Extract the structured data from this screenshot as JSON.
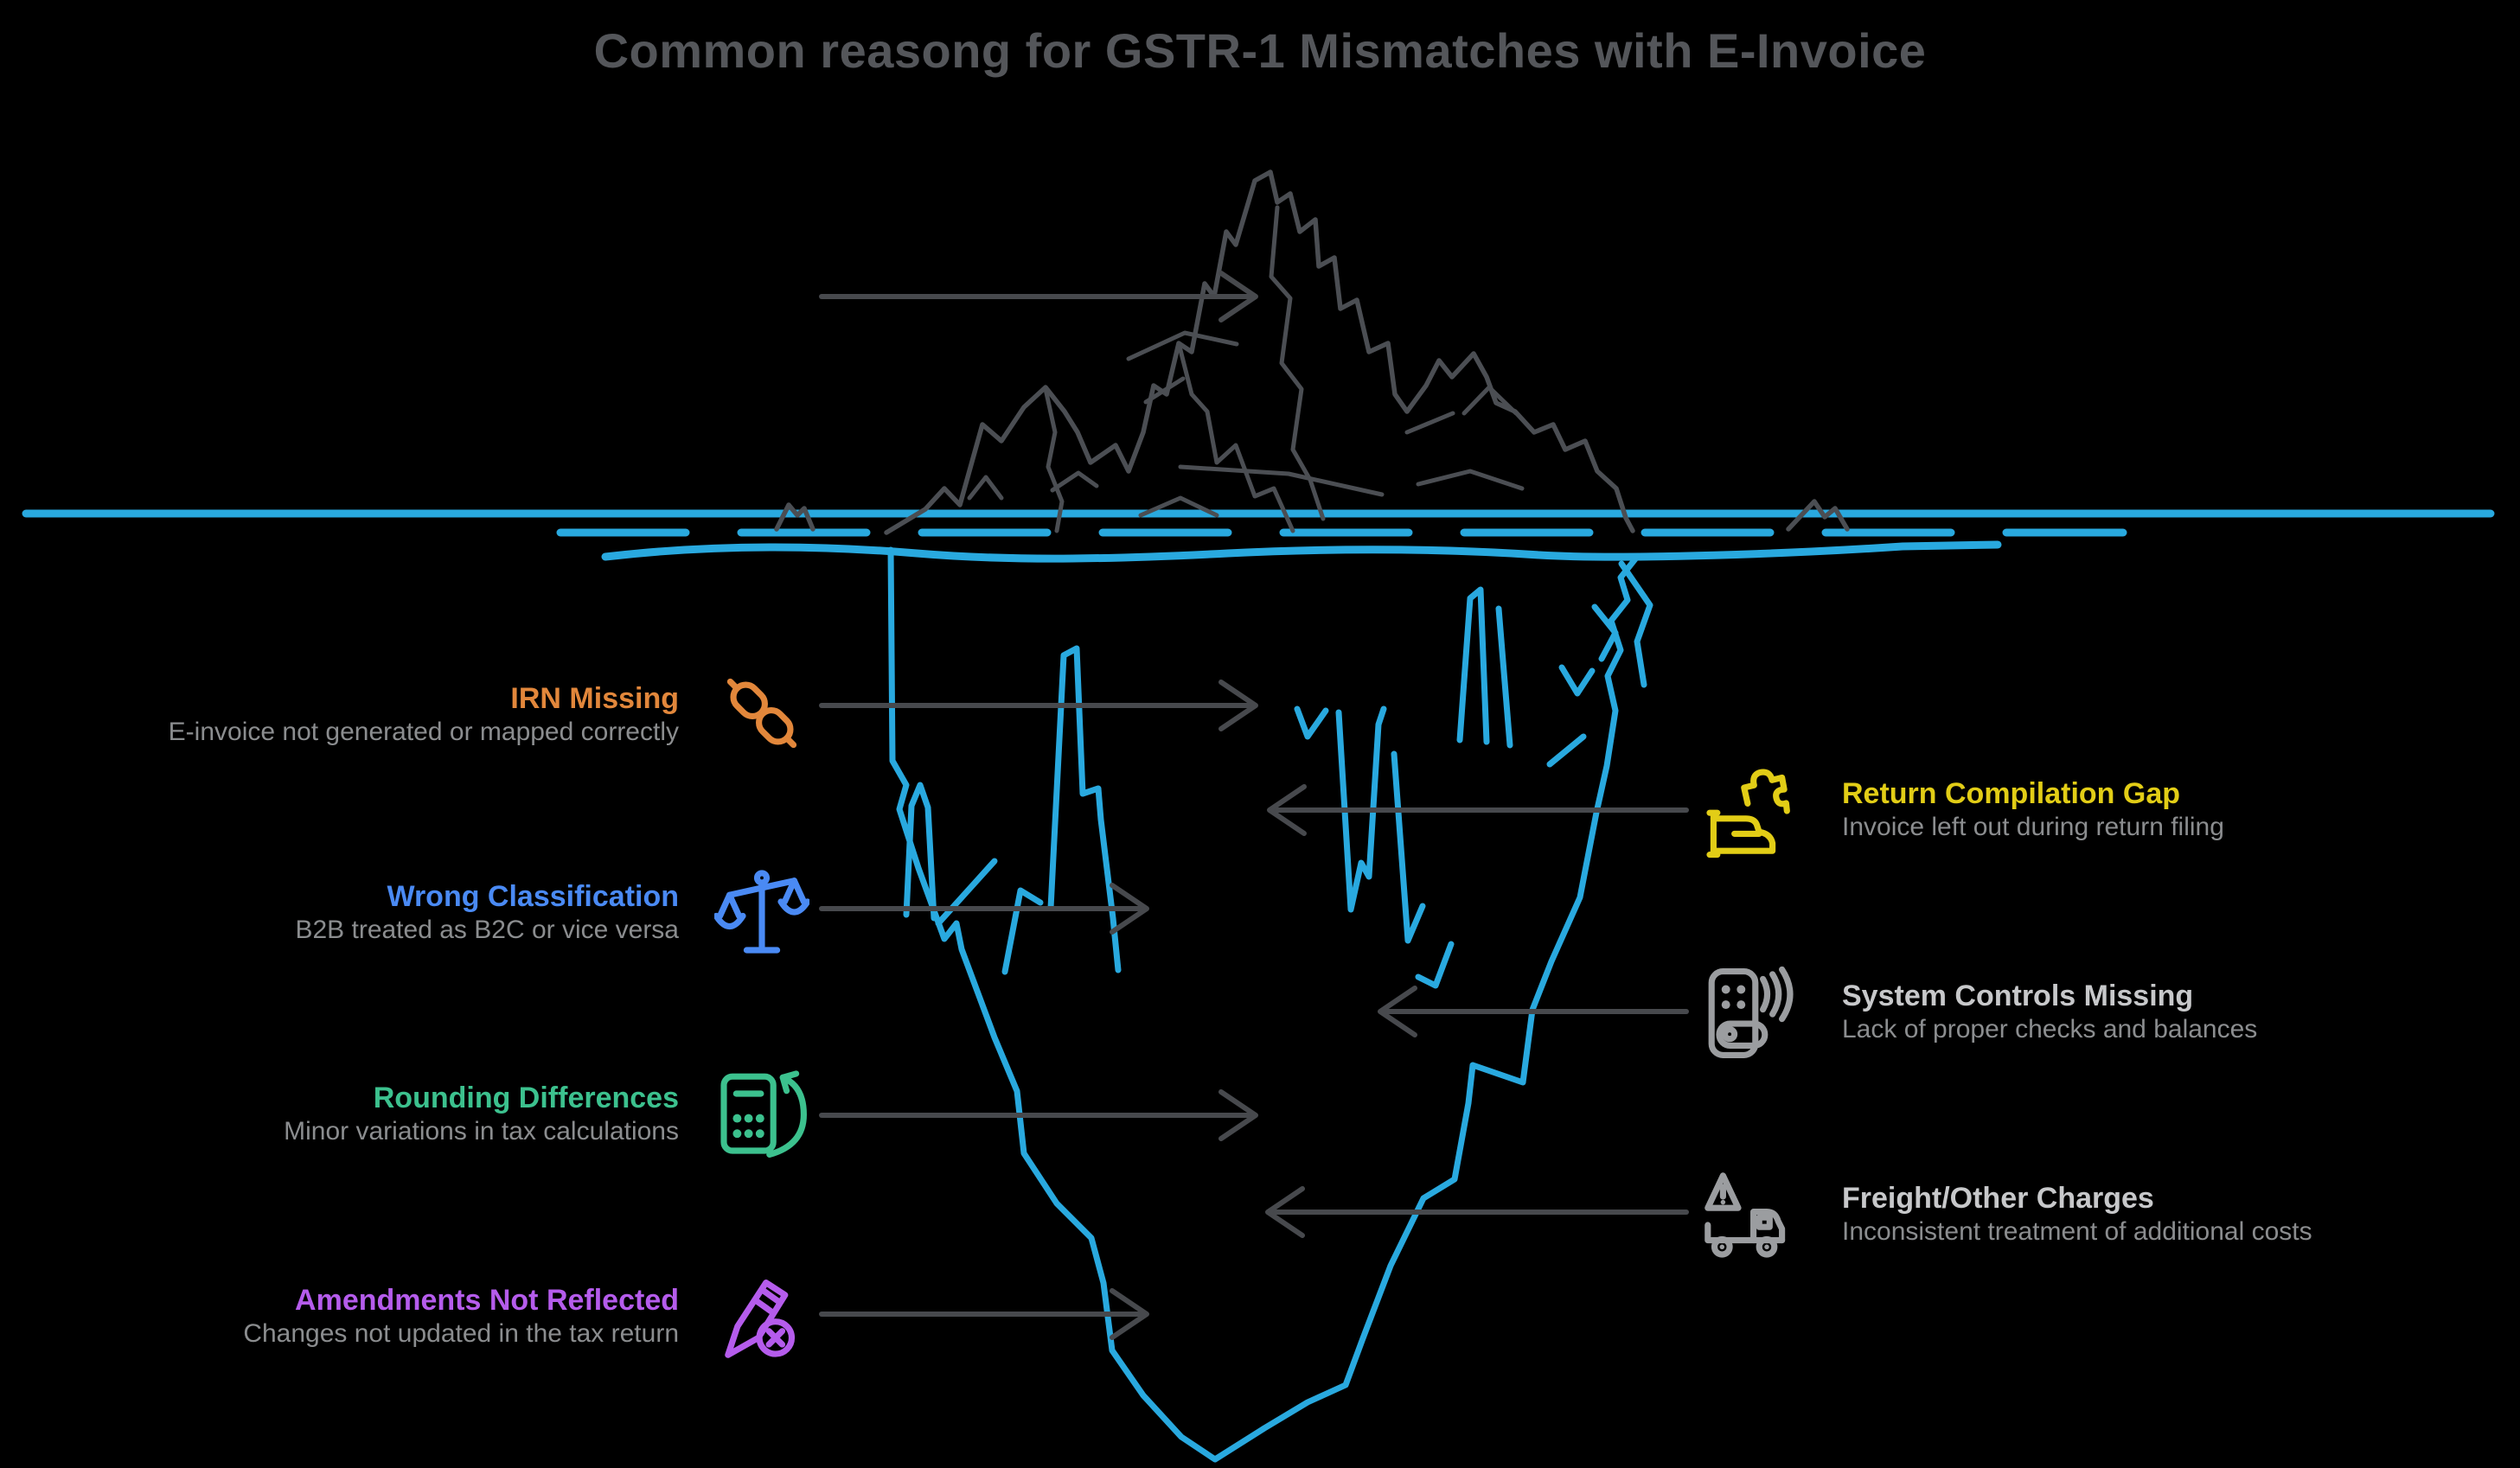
{
  "title": "Common reasong for GSTR-1 Mismatches with E-Invoice",
  "left_labels": [
    {
      "title": "IRN Missing",
      "subtitle": "E-invoice not generated or mapped correctly",
      "color": "#e2873b",
      "icon": "chain-icon"
    },
    {
      "title": "Wrong Classification",
      "subtitle": "B2B treated as B2C or vice versa",
      "color": "#4a8af4",
      "icon": "scales-icon"
    },
    {
      "title": "Rounding Differences",
      "subtitle": "Minor variations in tax calculations",
      "color": "#3cc18e",
      "icon": "calculator-refresh-icon"
    },
    {
      "title": "Amendments Not Reflected",
      "subtitle": "Changes not updated in the tax return",
      "color": "#b55cec",
      "icon": "pencil-x-icon"
    }
  ],
  "right_labels": [
    {
      "title": "Return Compilation Gap",
      "subtitle": "Invoice left out during return filing",
      "color": "#e2cd16",
      "icon": "puzzle-hand-icon"
    },
    {
      "title": "System Controls Missing",
      "subtitle": "Lack of proper checks and balances",
      "color": "#c7c8ca",
      "icon": "smart-lock-icon"
    },
    {
      "title": "Freight/Other Charges",
      "subtitle": "Inconsistent treatment of additional costs",
      "color": "#c7c8ca",
      "icon": "truck-warning-icon"
    }
  ],
  "colors": {
    "background": "#000000",
    "water": "#29a9df",
    "iceberg_above_water": "#4b4e53",
    "iceberg_below_water": "#29a9df",
    "arrow": "#47494d",
    "heading": "#54565a",
    "subtitle": "#8b8d8f",
    "gray_icon": "#9b9da0"
  }
}
